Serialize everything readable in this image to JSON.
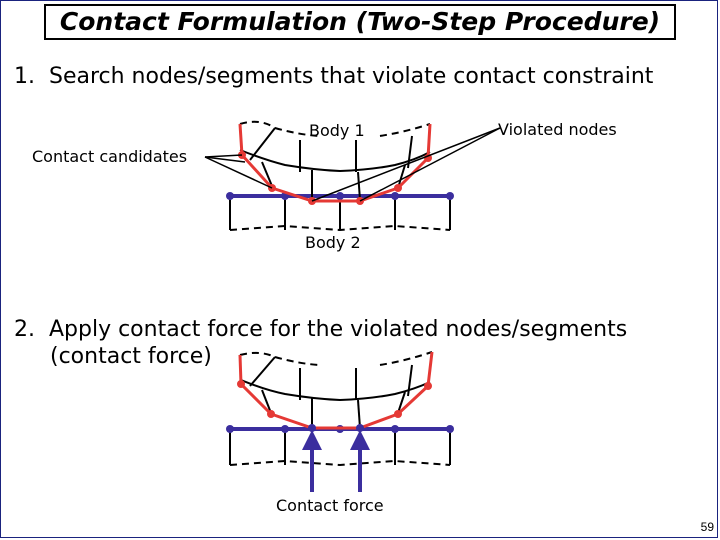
{
  "slide": {
    "title": "Contact Formulation (Two-Step Procedure)",
    "step1": "1.  Search nodes/segments that violate contact constraint",
    "step2_line1": "2.  Apply contact force for the violated nodes/segments",
    "step2_line2": "(contact force)",
    "page_number": "59"
  },
  "diagram1": {
    "body1_label": "Body 1",
    "body2_label": "Body 2",
    "violated_label": "Violated nodes",
    "candidates_label": "Contact candidates"
  },
  "diagram2": {
    "force_label": "Contact force"
  },
  "colors": {
    "body1": "#e53935",
    "body2": "#3b2e9e",
    "force_arrow": "#3b2e9e",
    "mesh": "#000000",
    "frame": "#1a237e"
  }
}
